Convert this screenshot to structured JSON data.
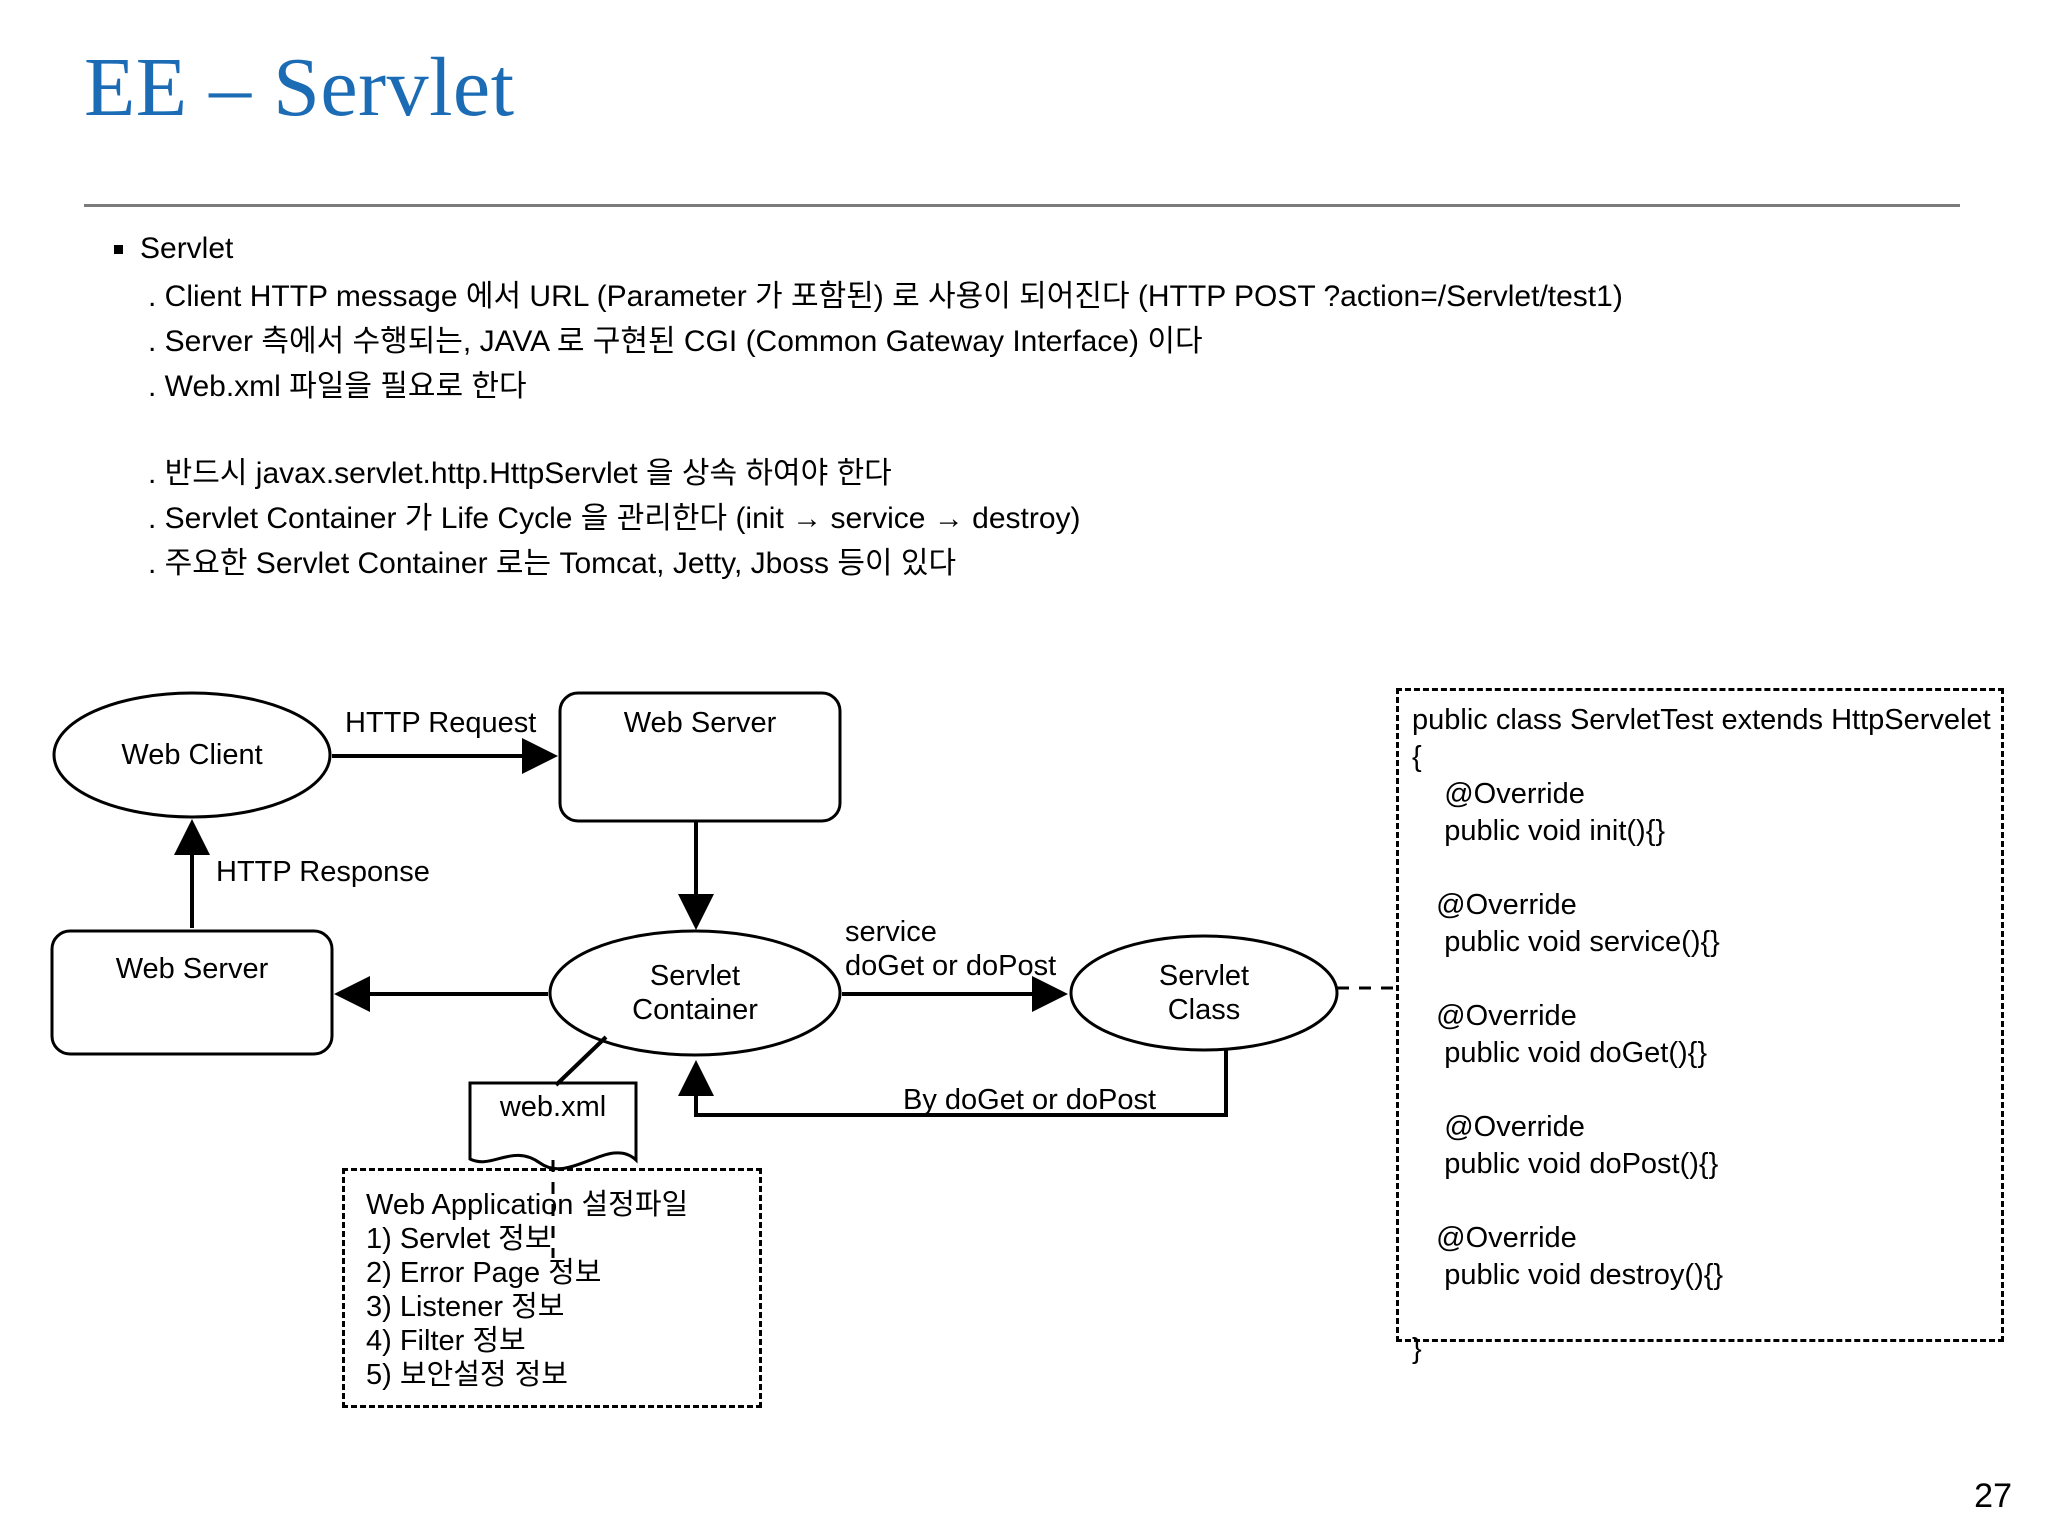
{
  "slide": {
    "title": "EE – Servlet",
    "page_number": "27",
    "accent_color": "#1b6cb5",
    "divider_color": "#7b7b7b"
  },
  "bullets": {
    "heading": "Servlet",
    "group1": [
      ". Client HTTP message 에서 URL (Parameter 가 포함된) 로  사용이 되어진다 (HTTP POST ?action=/Servlet/test1)",
      ". Server 측에서 수행되는, JAVA 로 구현된 CGI (Common Gateway Interface) 이다",
      ". Web.xml 파일을 필요로 한다"
    ],
    "group2": [
      ". 반드시 javax.servlet.http.HttpServlet 을 상속 하여야 한다",
      ". Servlet Container 가 Life Cycle 을 관리한다 (init → service → destroy)",
      ". 주요한 Servlet Container 로는 Tomcat, Jetty, Jboss 등이 있다"
    ]
  },
  "diagram": {
    "nodes": {
      "web_client": "Web Client",
      "web_server_top": "Web Server",
      "web_server_left": "Web Server",
      "servlet_container": "Servlet\nContainer",
      "servlet_class": "Servlet\nClass",
      "web_xml": "web.xml"
    },
    "edges": {
      "http_request": "HTTP Request",
      "http_response": "HTTP Response",
      "service_doget_dopost": "service\ndoGet or doPost",
      "by_doget_or_dopost": "By doGet or doPost"
    },
    "webapp_note": "Web Application 설정파일\n1) Servlet 정보\n2) Error Page 정보\n3) Listener 정보\n4) Filter 정보\n5) 보안설정 정보",
    "code": "public class ServletTest extends HttpServelet\n{\n    @Override\n    public void init(){}\n\n   @Override\n    public void service(){}\n\n   @Override\n    public void doGet(){}\n\n    @Override\n    public void doPost(){}\n\n   @Override\n    public void destroy(){}\n\n}"
  }
}
